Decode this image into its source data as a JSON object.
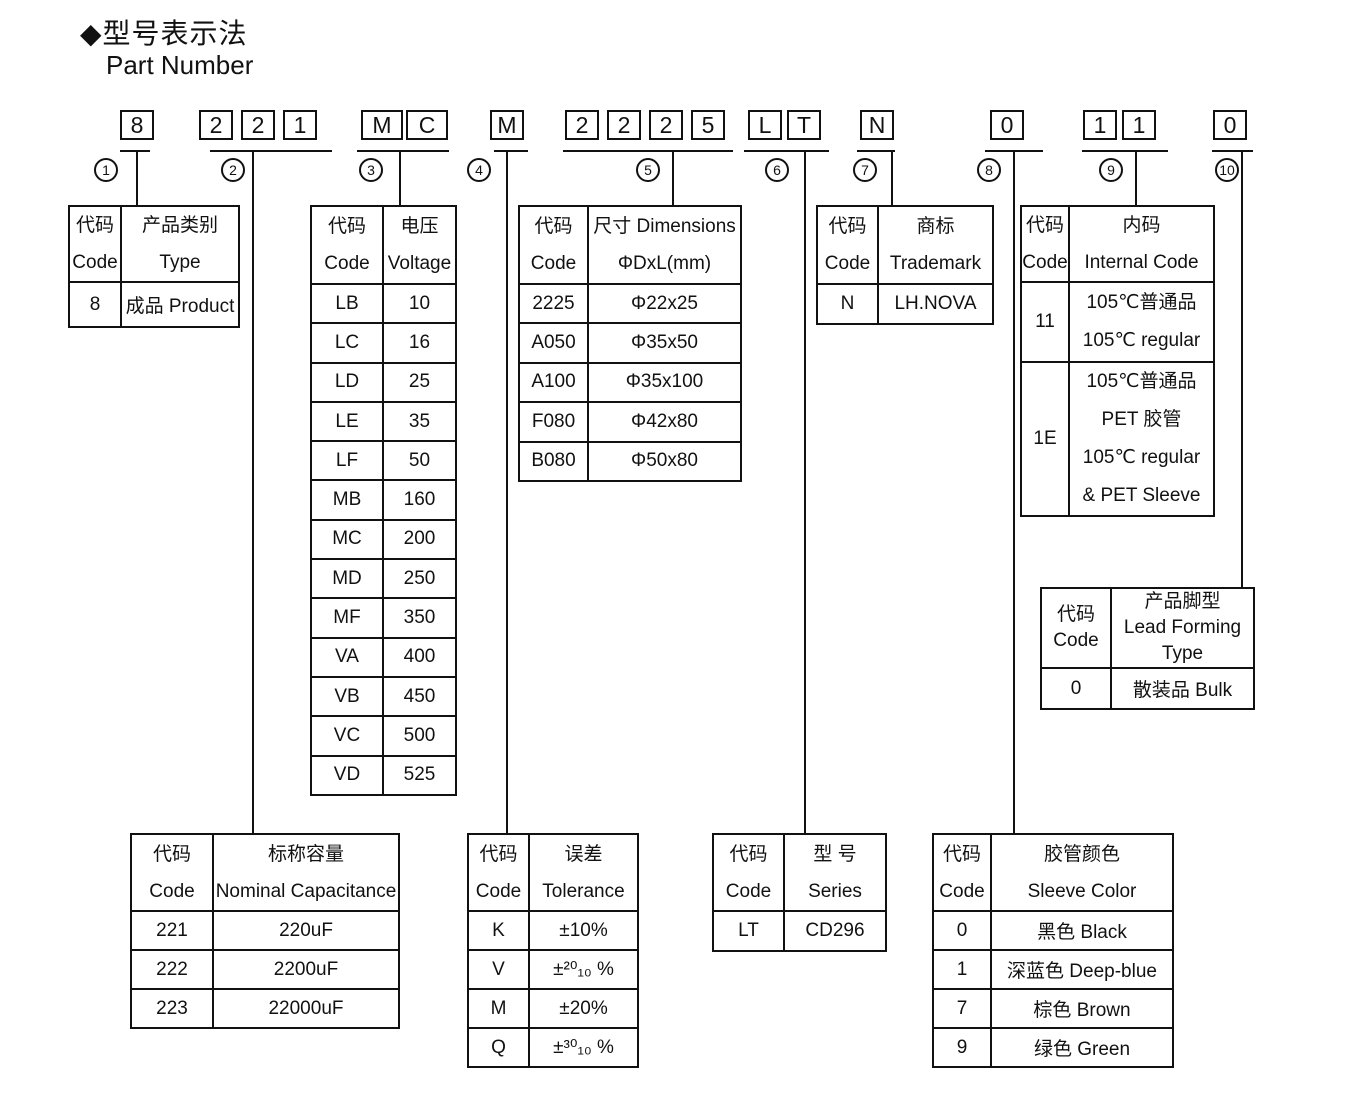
{
  "title": {
    "cn": "◆型号表示法",
    "en": "Part Number"
  },
  "part_number": {
    "groups": [
      {
        "callout": "1",
        "chars": [
          "8"
        ]
      },
      {
        "callout": "2",
        "chars": [
          "2",
          "2",
          "1"
        ]
      },
      {
        "callout": "3",
        "chars": [
          "M",
          "C"
        ]
      },
      {
        "callout": "4",
        "chars": [
          "M"
        ]
      },
      {
        "callout": "5",
        "chars": [
          "2",
          "2",
          "2",
          "5"
        ]
      },
      {
        "callout": "6",
        "chars": [
          "L",
          "T"
        ]
      },
      {
        "callout": "7",
        "chars": [
          "N"
        ]
      },
      {
        "callout": "8",
        "chars": [
          "0"
        ]
      },
      {
        "callout": "9",
        "chars": [
          "1",
          "1"
        ]
      },
      {
        "callout": "10",
        "chars": [
          "0"
        ]
      }
    ]
  },
  "tables": {
    "product_type": {
      "header": {
        "col1_cn": "代码",
        "col1_en": "Code",
        "col2_cn": "产品类别",
        "col2_en": "Type"
      },
      "rows": [
        {
          "code": "8",
          "value": "成品 Product"
        }
      ]
    },
    "voltage": {
      "header": {
        "col1_cn": "代码",
        "col1_en": "Code",
        "col2_cn": "电压",
        "col2_en": "Voltage"
      },
      "rows": [
        {
          "code": "LB",
          "value": "10"
        },
        {
          "code": "LC",
          "value": "16"
        },
        {
          "code": "LD",
          "value": "25"
        },
        {
          "code": "LE",
          "value": "35"
        },
        {
          "code": "LF",
          "value": "50"
        },
        {
          "code": "MB",
          "value": "160"
        },
        {
          "code": "MC",
          "value": "200"
        },
        {
          "code": "MD",
          "value": "250"
        },
        {
          "code": "MF",
          "value": "350"
        },
        {
          "code": "VA",
          "value": "400"
        },
        {
          "code": "VB",
          "value": "450"
        },
        {
          "code": "VC",
          "value": "500"
        },
        {
          "code": "VD",
          "value": "525"
        }
      ]
    },
    "dimensions": {
      "header": {
        "col1_cn": "代码",
        "col1_en": "Code",
        "col2_cn": "尺寸 Dimensions",
        "col2_en": "ΦDxL(mm)"
      },
      "rows": [
        {
          "code": "2225",
          "value": "Φ22x25"
        },
        {
          "code": "A050",
          "value": "Φ35x50"
        },
        {
          "code": "A100",
          "value": "Φ35x100"
        },
        {
          "code": "F080",
          "value": "Φ42x80"
        },
        {
          "code": "B080",
          "value": "Φ50x80"
        }
      ]
    },
    "trademark": {
      "header": {
        "col1_cn": "代码",
        "col1_en": "Code",
        "col2_cn": "商标",
        "col2_en": "Trademark"
      },
      "rows": [
        {
          "code": "N",
          "value": "LH.NOVA"
        }
      ]
    },
    "internal_code": {
      "header": {
        "col1_cn": "代码",
        "col1_en": "Code",
        "col2_cn": "内码",
        "col2_en": "Internal Code"
      },
      "rows": [
        {
          "code": "11",
          "lines": [
            "105℃普通品",
            "105℃ regular"
          ]
        },
        {
          "code": "1E",
          "lines": [
            "105℃普通品",
            "PET 胶管",
            "105℃ regular",
            "& PET Sleeve"
          ]
        }
      ]
    },
    "lead_forming": {
      "header": {
        "col1_cn": "代码",
        "col1_en": "Code",
        "col2_lines": [
          "产品脚型",
          "Lead Forming",
          "Type"
        ]
      },
      "rows": [
        {
          "code": "0",
          "value": "散装品 Bulk"
        }
      ]
    },
    "capacitance": {
      "header": {
        "col1_cn": "代码",
        "col1_en": "Code",
        "col2_cn": "标称容量",
        "col2_en": "Nominal Capacitance"
      },
      "rows": [
        {
          "code": "221",
          "value": "220uF"
        },
        {
          "code": "222",
          "value": "2200uF"
        },
        {
          "code": "223",
          "value": "22000uF"
        }
      ]
    },
    "tolerance": {
      "header": {
        "col1_cn": "代码",
        "col1_en": "Code",
        "col2_cn": "误差",
        "col2_en": "Tolerance"
      },
      "rows": [
        {
          "code": "K",
          "value": "±10%"
        },
        {
          "code": "V",
          "value": "±²⁰₁₀ %"
        },
        {
          "code": "M",
          "value": "±20%"
        },
        {
          "code": "Q",
          "value": "±³⁰₁₀ %"
        }
      ]
    },
    "series": {
      "header": {
        "col1_cn": "代码",
        "col1_en": "Code",
        "col2_cn": "型 号",
        "col2_en": "Series"
      },
      "rows": [
        {
          "code": "LT",
          "value": "CD296"
        }
      ]
    },
    "sleeve_color": {
      "header": {
        "col1_cn": "代码",
        "col1_en": "Code",
        "col2_cn": "胶管颜色",
        "col2_en": "Sleeve Color"
      },
      "rows": [
        {
          "code": "0",
          "value": "黑色 Black"
        },
        {
          "code": "1",
          "value": "深蓝色 Deep-blue"
        },
        {
          "code": "7",
          "value": "棕色 Brown"
        },
        {
          "code": "9",
          "value": "绿色 Green"
        }
      ]
    }
  }
}
